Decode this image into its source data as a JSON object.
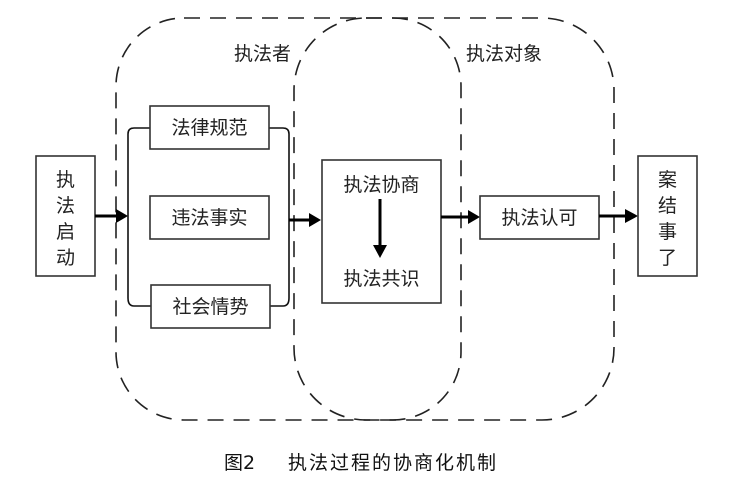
{
  "diagram": {
    "regions": {
      "enforcer": {
        "label": "执法者"
      },
      "target": {
        "label": "执法对象"
      }
    },
    "nodes": {
      "start": {
        "label": "执法启动",
        "chars": [
          "执",
          "法",
          "启",
          "动"
        ]
      },
      "legal_norms": {
        "label": "法律规范"
      },
      "illegal_facts": {
        "label": "违法事实"
      },
      "social_situation": {
        "label": "社会情势"
      },
      "negotiation": {
        "label": "执法协商"
      },
      "consensus": {
        "label": "执法共识"
      },
      "approval": {
        "label": "执法认可"
      },
      "closure": {
        "label": "案结事了",
        "chars": [
          "案",
          "结",
          "事",
          "了"
        ]
      }
    },
    "edges": [
      {
        "from": "执法启动",
        "to": "法律规范/违法事实/社会情势"
      },
      {
        "from": "法律规范/违法事实/社会情势",
        "to": "执法协商"
      },
      {
        "from": "执法协商",
        "to": "执法共识"
      },
      {
        "from": "执法协商/执法共识",
        "to": "执法认可"
      },
      {
        "from": "执法认可",
        "to": "案结事了"
      }
    ]
  },
  "caption": {
    "figure_number": "图2",
    "title": "执法过程的协商化机制"
  }
}
